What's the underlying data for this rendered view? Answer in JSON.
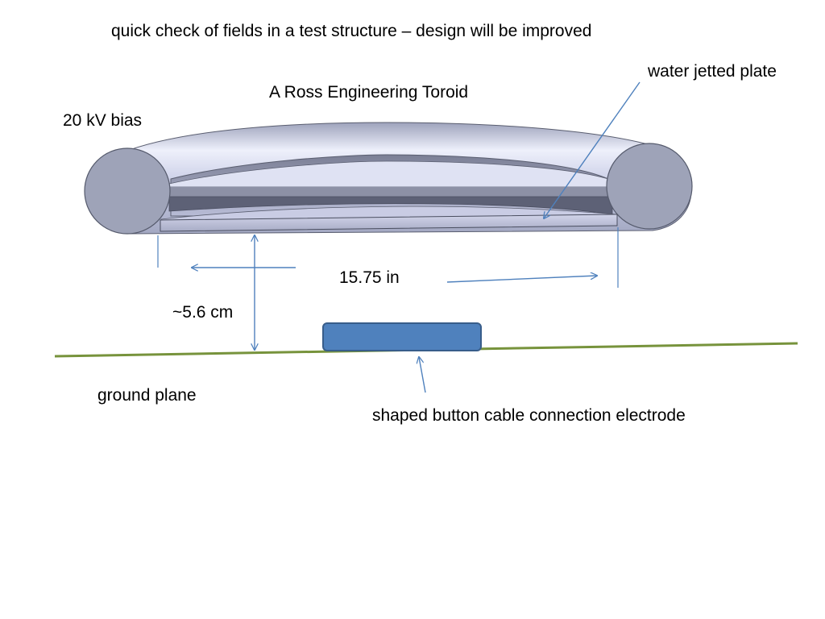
{
  "slide": {
    "title": "quick check of fields in a test structure – design will be improved"
  },
  "labels": {
    "toroid": "A Ross Engineering Toroid",
    "bias": "20 kV bias",
    "plate": "water jetted plate",
    "width": "15.75 in",
    "gap": "~5.6 cm",
    "ground": "ground plane",
    "electrode": "shaped button cable connection electrode"
  },
  "colors": {
    "arrow": "#4f81bd",
    "ground_line": "#77933c",
    "electrode_fill": "#4f81bd",
    "electrode_stroke": "#385d8a",
    "toroid_body": "#c4c8e0",
    "toroid_end": "#9ea3b8",
    "plate": "#b5b9d3"
  }
}
